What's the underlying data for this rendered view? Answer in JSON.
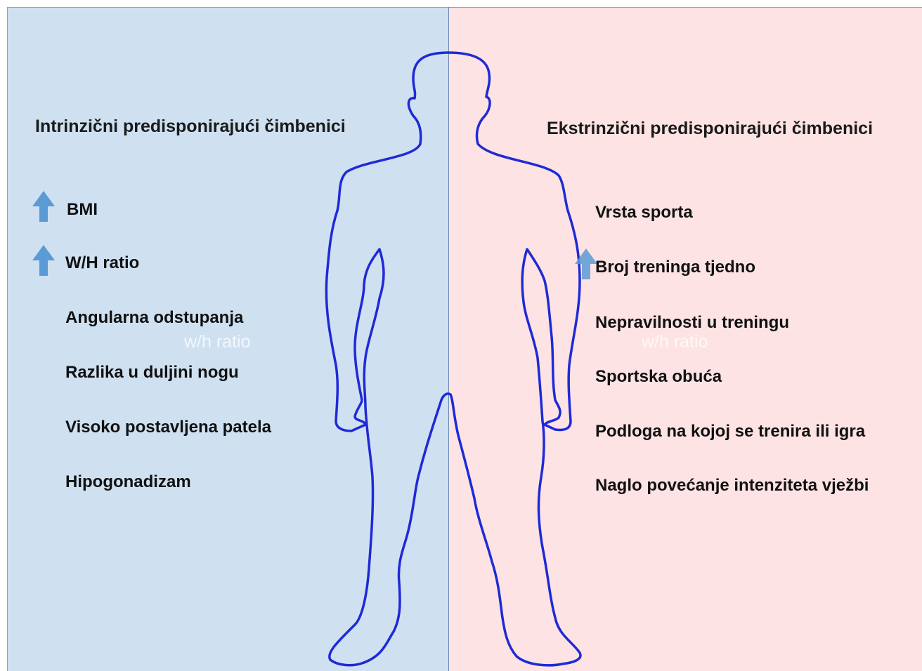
{
  "colors": {
    "left_panel": "#cfe0f1",
    "right_panel": "#fde3e4",
    "outline": "#1f2ad6",
    "arrow": "#5b9bd5"
  },
  "left": {
    "heading": "Intrinzični predisponirajući čimbenici",
    "items": [
      {
        "label": "BMI",
        "arrow": "up"
      },
      {
        "label": "W/H ratio",
        "arrow": "up"
      },
      {
        "label": "Angularna odstupanja"
      },
      {
        "label": "Razlika u duljini nogu"
      },
      {
        "label": "Visoko postavljena patela"
      },
      {
        "label": "Hipogonadizam"
      }
    ],
    "watermark": "w/h ratio"
  },
  "right": {
    "heading": "Ekstrinzični predisponirajući čimbenici",
    "items": [
      {
        "label": "Vrsta sporta"
      },
      {
        "label": "Broj treninga tjedno",
        "arrow": "up"
      },
      {
        "label": "Nepravilnosti u treningu"
      },
      {
        "label": "Sportska obuća"
      },
      {
        "label": "Podloga na kojoj se trenira ili igra"
      },
      {
        "label": "Naglo povećanje intenziteta vježbi"
      }
    ],
    "watermark": "w/h ratio"
  },
  "figure_icon": "human-body-outline"
}
